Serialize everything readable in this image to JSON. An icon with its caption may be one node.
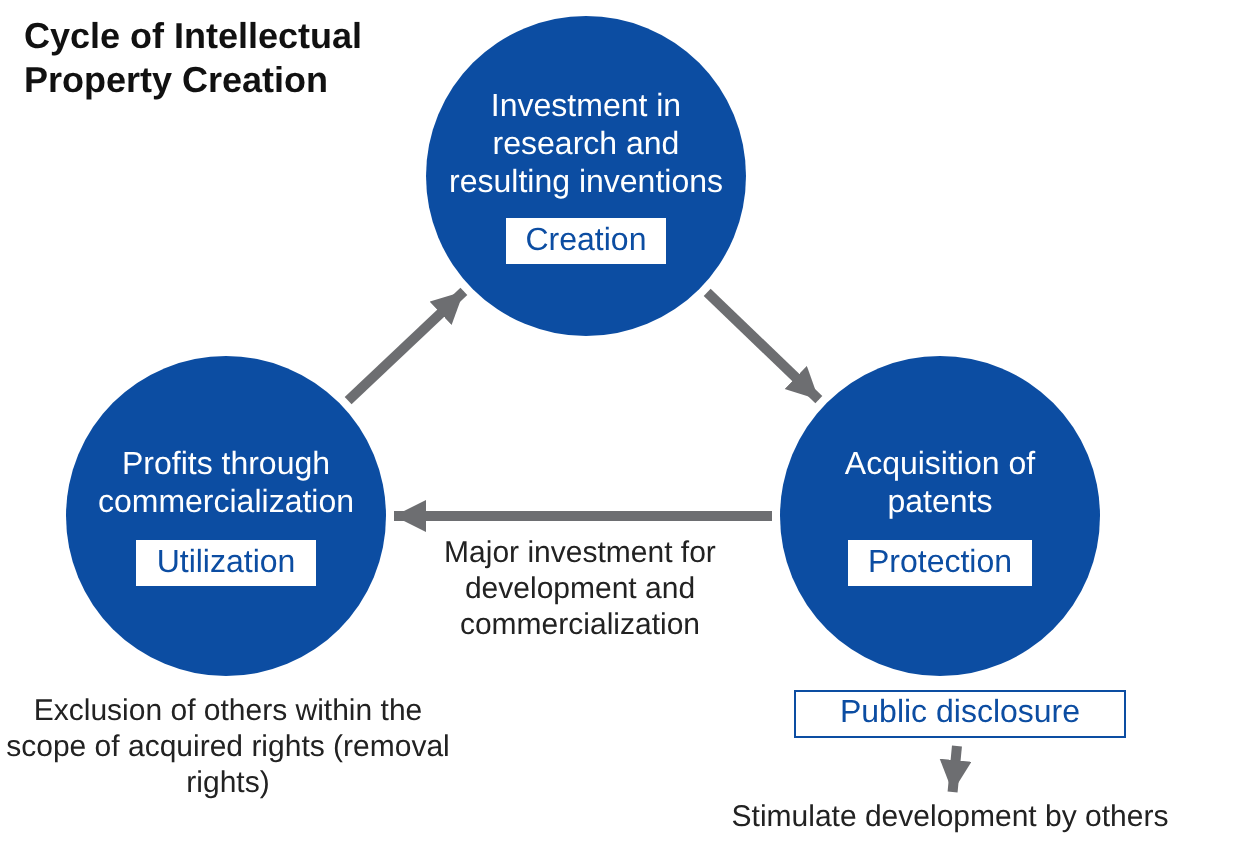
{
  "diagram": {
    "title": "Cycle of Intellectual Property Creation",
    "nodes": [
      {
        "text": [
          "Investment in research and resulting inventions",
          "Creation"
        ]
      },
      {
        "text": [
          "Acquisition of patents",
          "Protection"
        ]
      },
      {
        "text": [
          "Profits through commercialization",
          "Utilization"
        ],
        "beside": [
          "Exclusion of others within the scope of acquired rights (removal rights)"
        ]
      },
      {
        "text": [
          "Public disclosure"
        ]
      },
      {
        "text": [
          "Stimulate development by others"
        ]
      }
    ],
    "edges": [
      {
        "from": 2,
        "to": 0,
        "arrow": "to"
      },
      {
        "from": 0,
        "to": 1,
        "arrow": "to"
      },
      {
        "from": 1,
        "to": 2,
        "arrow": "to",
        "label": "Major investment for development and commercialization"
      },
      {
        "from": 3,
        "to": 4,
        "arrow": "to"
      }
    ]
  }
}
